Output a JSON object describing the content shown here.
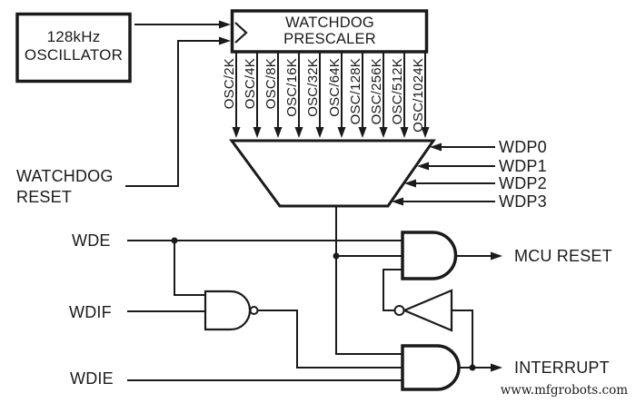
{
  "diagram": {
    "oscillator": {
      "line1": "128kHz",
      "line2": "OSCILLATOR"
    },
    "prescaler": {
      "line1": "WATCHDOG",
      "line2": "PRESCALER",
      "taps": [
        "OSC/2K",
        "OSC/4K",
        "OSC/8K",
        "OSC/16K",
        "OSC/32K",
        "OSC/64K",
        "OSC/128K",
        "OSC/256K",
        "OSC/512K",
        "OSC/1024K"
      ]
    },
    "watchdog_reset": {
      "line1": "WATCHDOG",
      "line2": "RESET"
    },
    "mux_selects": [
      "WDP0",
      "WDP1",
      "WDP2",
      "WDP3"
    ],
    "signals": {
      "wde": "WDE",
      "wdif": "WDIF",
      "wdie": "WDIE"
    },
    "outputs": {
      "mcu_reset": "MCU RESET",
      "interrupt": "INTERRUPT"
    },
    "colors": {
      "ink": "#1a1a1a",
      "background": "#ffffff"
    }
  },
  "watermark": "www.mfgrobots.com"
}
